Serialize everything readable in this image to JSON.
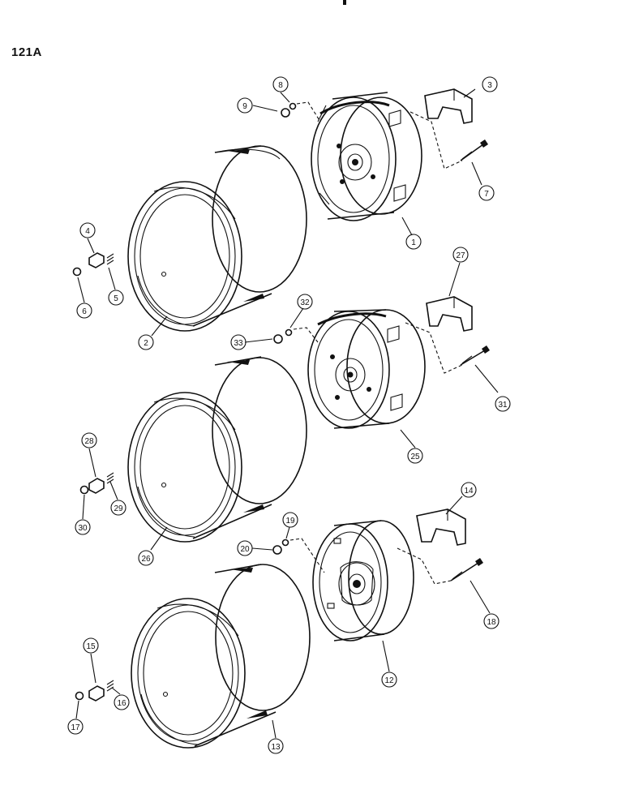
{
  "page_number": "121A",
  "callouts": [
    "1",
    "2",
    "3",
    "4",
    "5",
    "6",
    "7",
    "8",
    "9",
    "12",
    "13",
    "14",
    "15",
    "16",
    "17",
    "18",
    "19",
    "20",
    "25",
    "26",
    "27",
    "28",
    "29",
    "30",
    "31",
    "32",
    "33"
  ],
  "assemblies": [
    {
      "hub": "1",
      "rim": "2",
      "clamp": "3",
      "bolt": "7",
      "nut": "9",
      "washer": "8",
      "lug": "4",
      "stud": "5",
      "lug_nut": "6"
    },
    {
      "hub": "25",
      "rim": "26",
      "clamp": "27",
      "bolt": "31",
      "nut": "33",
      "washer": "32",
      "lug": "28",
      "stud": "29",
      "lug_nut": "30"
    },
    {
      "hub": "12",
      "rim": "13",
      "clamp": "14",
      "bolt": "18",
      "nut": "20",
      "washer": "19",
      "lug": "15",
      "stud": "16",
      "lug_nut": "17"
    }
  ]
}
